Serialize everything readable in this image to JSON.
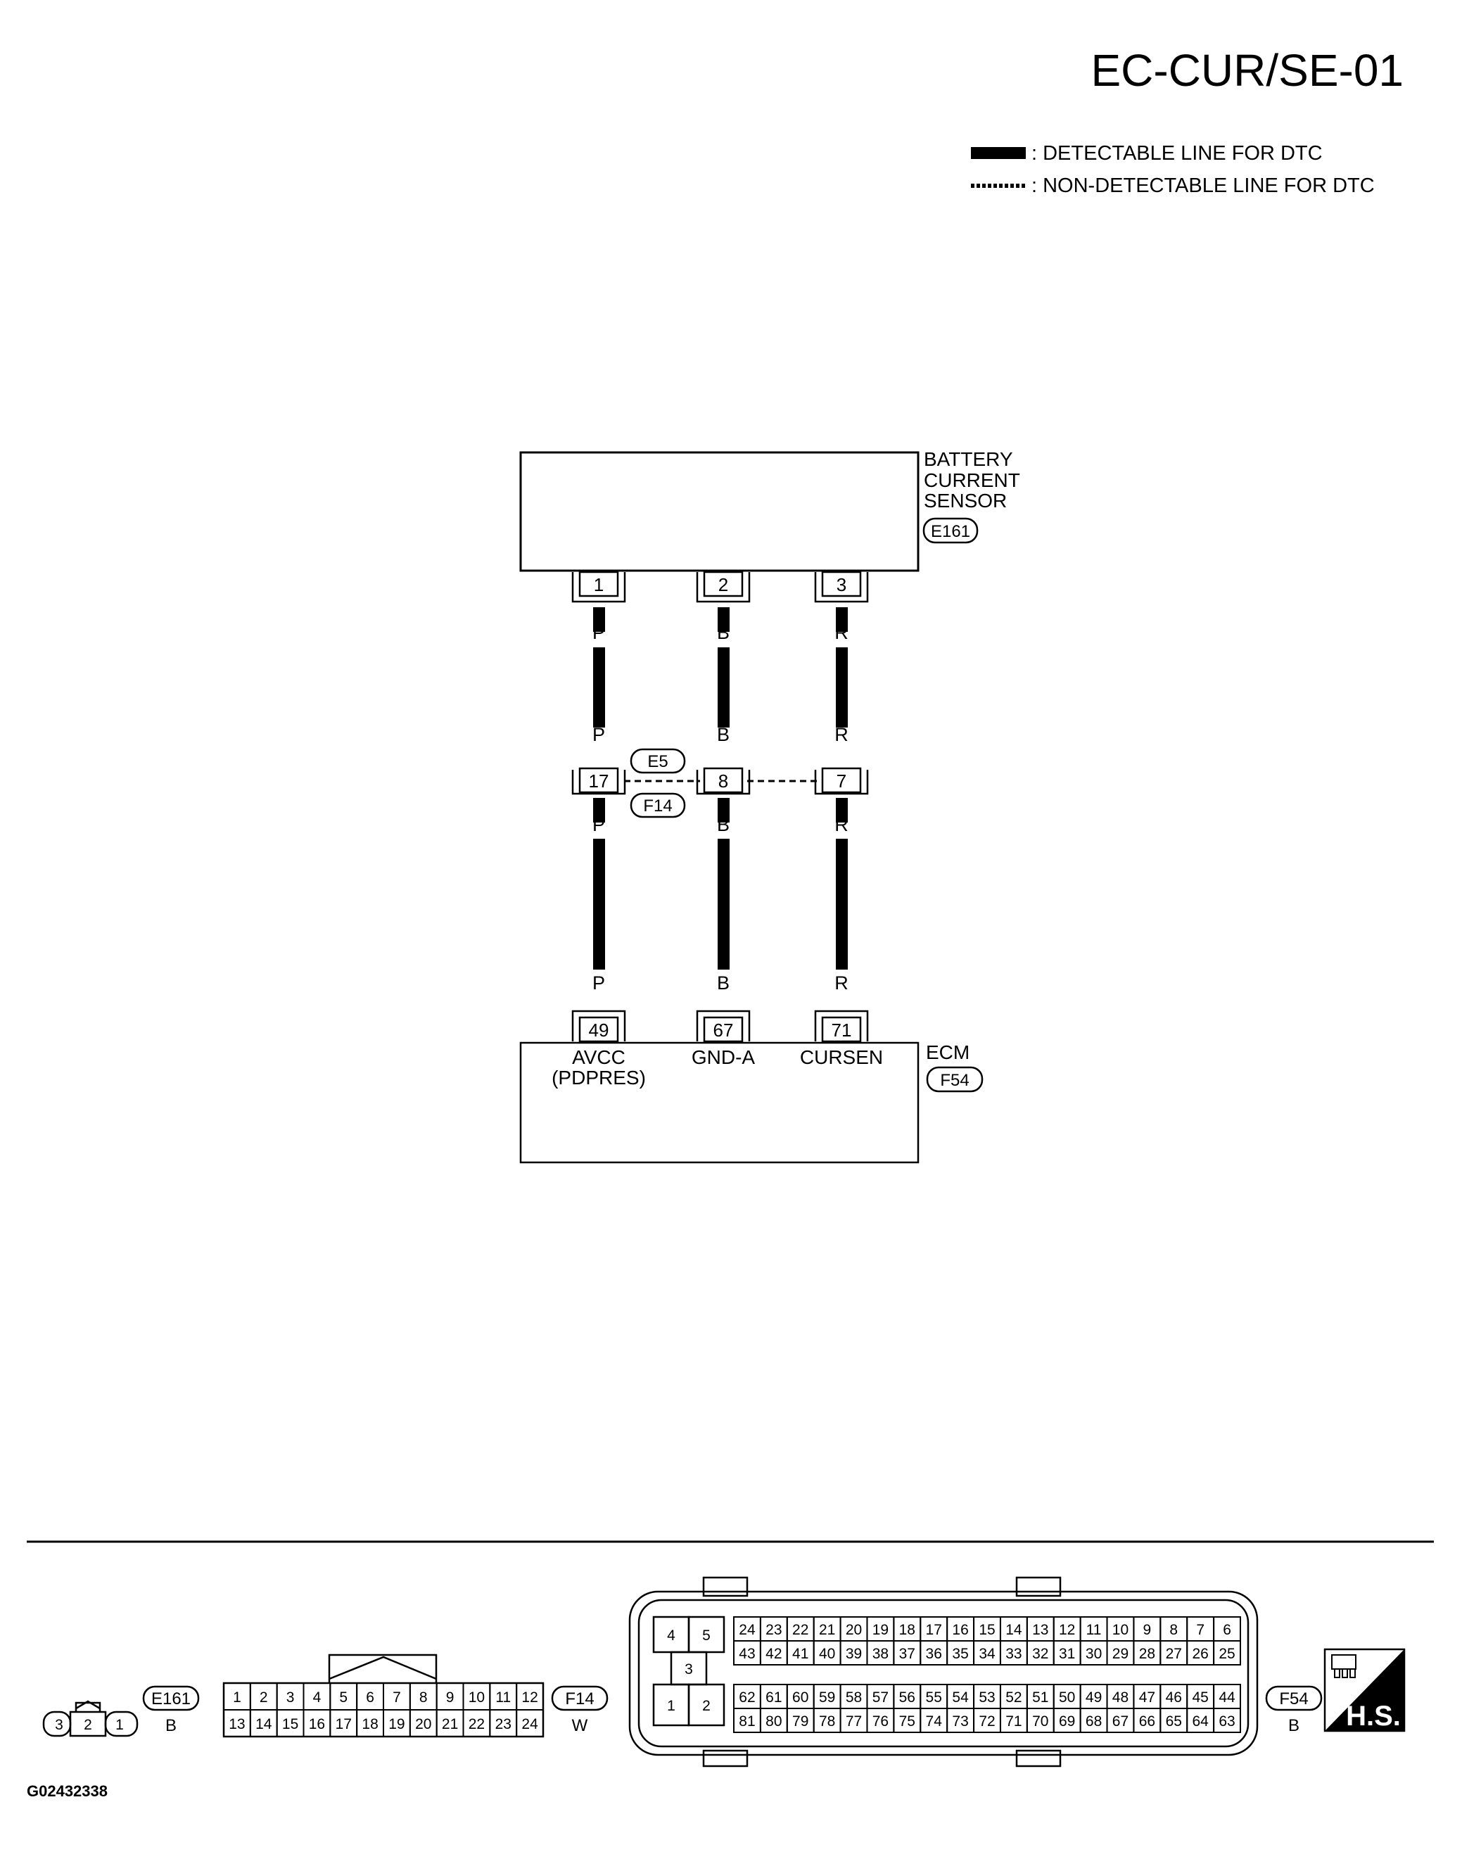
{
  "title": "EC-CUR/SE-01",
  "legend": {
    "detectable": ": DETECTABLE LINE FOR DTC",
    "non_detectable": ": NON-DETECTABLE LINE FOR DTC"
  },
  "sensor": {
    "name_lines": [
      "BATTERY",
      "CURRENT",
      "SENSOR"
    ],
    "connector": "E161",
    "pins": [
      "1",
      "2",
      "3"
    ]
  },
  "joint": {
    "connector_top": "E5",
    "connector_bottom": "F14",
    "pins": [
      "17",
      "8",
      "7"
    ]
  },
  "ecm": {
    "name": "ECM",
    "connector": "F54",
    "pins": [
      "49",
      "67",
      "71"
    ],
    "terminal_names": [
      "AVCC",
      "GND-A",
      "CURSEN"
    ],
    "terminal_sub": "(PDPRES)"
  },
  "wire_colors": [
    "P",
    "B",
    "R"
  ],
  "connectors": {
    "e161": {
      "id": "E161",
      "color": "B",
      "pins": [
        "3",
        "2",
        "1"
      ]
    },
    "f14": {
      "id": "F14",
      "color": "W",
      "row1": [
        "1",
        "2",
        "3",
        "4",
        "5",
        "6",
        "7",
        "8",
        "9",
        "10",
        "11",
        "12"
      ],
      "row2": [
        "13",
        "14",
        "15",
        "16",
        "17",
        "18",
        "19",
        "20",
        "21",
        "22",
        "23",
        "24"
      ]
    },
    "f54": {
      "id": "F54",
      "color": "B",
      "left_pins": [
        "4",
        "5",
        "3",
        "1",
        "2"
      ],
      "row1": [
        "24",
        "23",
        "22",
        "21",
        "20",
        "19",
        "18",
        "17",
        "16",
        "15",
        "14",
        "13",
        "12",
        "11",
        "10",
        "9",
        "8",
        "7",
        "6"
      ],
      "row2": [
        "43",
        "42",
        "41",
        "40",
        "39",
        "38",
        "37",
        "36",
        "35",
        "34",
        "33",
        "32",
        "31",
        "30",
        "29",
        "28",
        "27",
        "26",
        "25"
      ],
      "row3": [
        "62",
        "61",
        "60",
        "59",
        "58",
        "57",
        "56",
        "55",
        "54",
        "53",
        "52",
        "51",
        "50",
        "49",
        "48",
        "47",
        "46",
        "45",
        "44"
      ],
      "row4": [
        "81",
        "80",
        "79",
        "78",
        "77",
        "76",
        "75",
        "74",
        "73",
        "72",
        "71",
        "70",
        "69",
        "68",
        "67",
        "66",
        "65",
        "64",
        "63"
      ]
    }
  },
  "hs_label": "H.S.",
  "figure_id": "G02432338"
}
